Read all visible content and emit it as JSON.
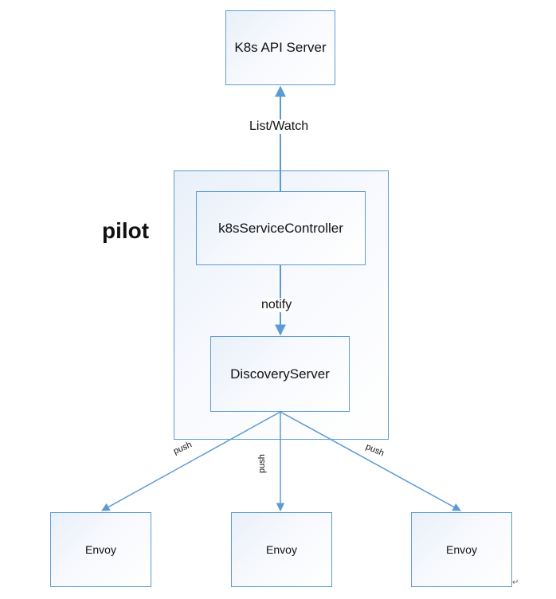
{
  "api_server": {
    "label": "K8s API Server"
  },
  "edges": {
    "list_watch": "List/Watch",
    "notify": "notify",
    "push_left": "push",
    "push_mid": "push",
    "push_right": "push"
  },
  "pilot": {
    "title": "pilot",
    "controller": "k8sServiceController",
    "discovery": "DiscoveryServer"
  },
  "envoys": [
    {
      "label": "Envoy"
    },
    {
      "label": "Envoy"
    },
    {
      "label": "Envoy"
    }
  ],
  "colors": {
    "accent": "#5b9bd5"
  }
}
